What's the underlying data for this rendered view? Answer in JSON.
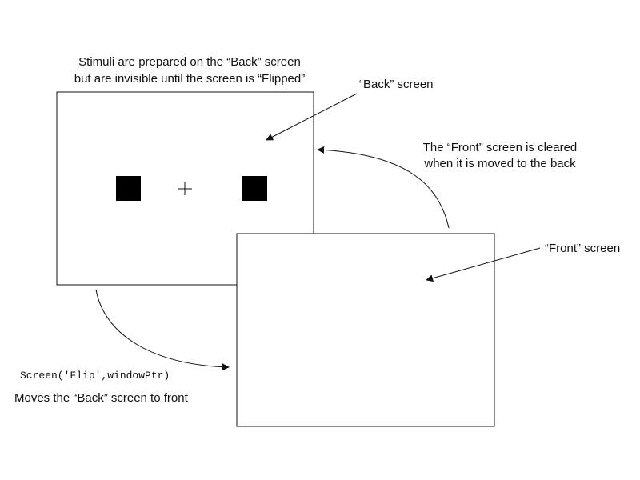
{
  "caption": {
    "line1": "Stimuli are prepared on the “Back” screen",
    "line2": "but are invisible until the screen is “Flipped”"
  },
  "back_screen": {
    "label": "“Back” screen",
    "stimuli": [
      "left-square",
      "fixation-cross",
      "right-square"
    ]
  },
  "front_screen": {
    "label": "“Front” screen"
  },
  "cleared_note": {
    "line1": "The “Front” screen is cleared",
    "line2": "when it is moved to the back"
  },
  "flip": {
    "command": "Screen('Flip',windowPtr)",
    "description": "Moves the “Back” screen to front"
  },
  "colors": {
    "ink": "#111111",
    "stimulus_fill": "#000000",
    "background": "#ffffff"
  }
}
